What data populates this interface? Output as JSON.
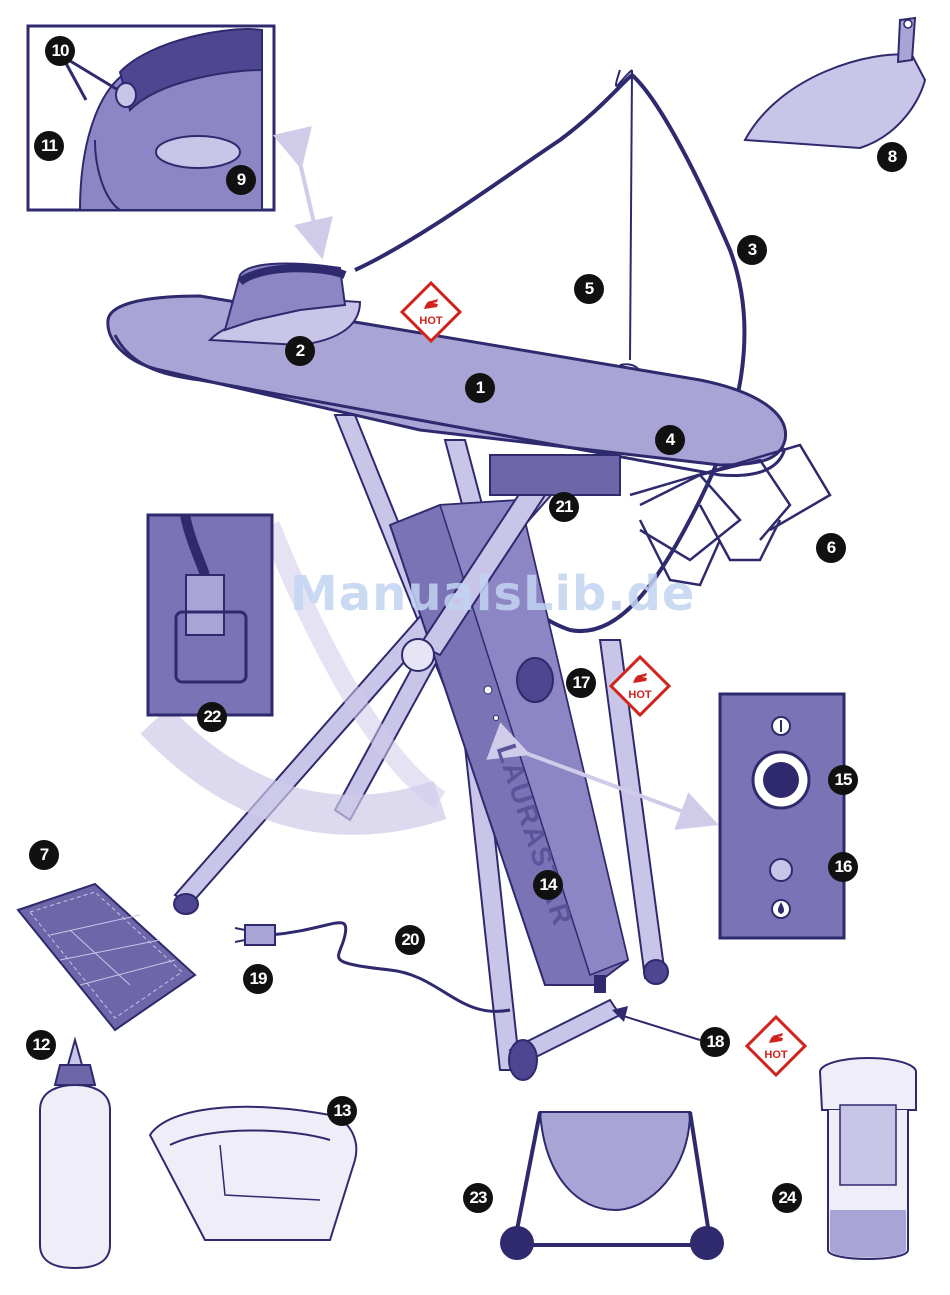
{
  "watermark": "ManualsLib.de",
  "brand_text": "LAURASTAR",
  "hot_label": "HOT",
  "colors": {
    "outline": "#2f2a6e",
    "fill_main": "#a9a4d6",
    "fill_light": "#c9c5e8",
    "fill_dark": "#6d66a8",
    "accent_arrow": "#cfcbe9",
    "hot_red": "#d0231d",
    "badge": "#111111"
  },
  "callouts": [
    "1",
    "2",
    "3",
    "4",
    "5",
    "6",
    "7",
    "8",
    "9",
    "10",
    "11",
    "12",
    "13",
    "14",
    "15",
    "16",
    "17",
    "18",
    "19",
    "20",
    "21",
    "22",
    "23",
    "24"
  ],
  "icons": [
    "hot-warning-icon",
    "power-icon",
    "steam-drop-icon",
    "plug-icon"
  ]
}
